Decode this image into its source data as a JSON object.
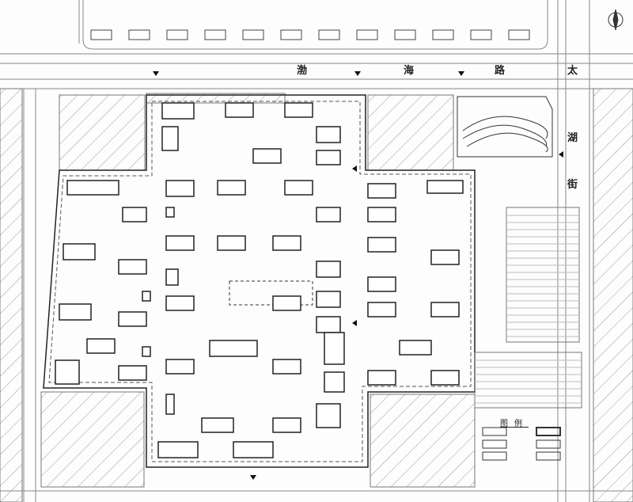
{
  "roads": {
    "north_road": [
      "渤",
      "海",
      "路"
    ],
    "east_road": [
      "太",
      "湖",
      "街"
    ]
  },
  "legend": {
    "title": "图例"
  },
  "colors": {
    "line": "#555555",
    "hatch": "#9a9a9a",
    "building": "#333333"
  }
}
